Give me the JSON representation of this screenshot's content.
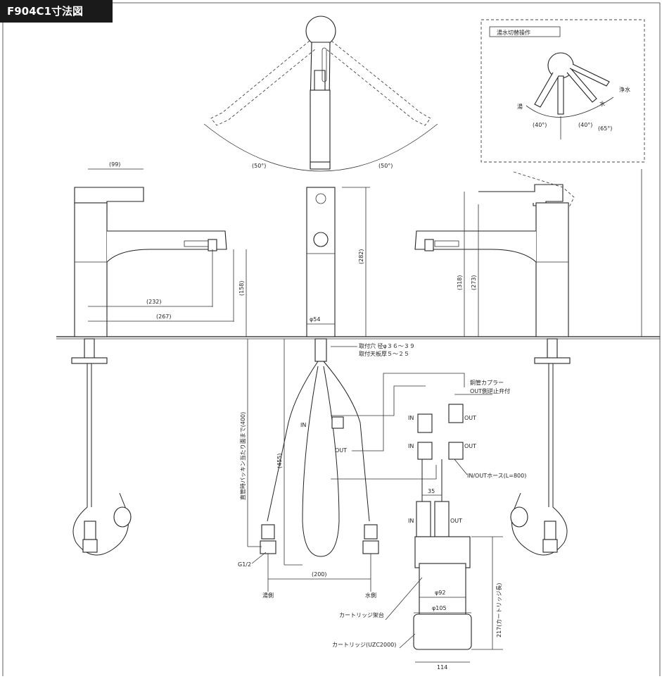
{
  "title": "F904C1寸法図",
  "inset": {
    "title": "湯水切替操作",
    "labels": {
      "hot": "湯",
      "cold": "水",
      "purified": "浄水"
    },
    "angles": [
      "(40°)",
      "(40°)",
      "(65°)"
    ]
  },
  "dims": {
    "swing_left": "(50°)",
    "swing_right": "(50°)",
    "d99": "(99)",
    "d232": "(232)",
    "d267": "(267)",
    "d158": "(158)",
    "d282": "(282)",
    "d318": "(318)",
    "d273": "(273)",
    "phi54": "φ54",
    "mount_hole": "取付穴 径φ３６～３９",
    "counter_thickness": "取付天板厚５～２５",
    "d400": "直管時パッキン当たり面まで(400)",
    "d455": "(455)",
    "d200": "(200)",
    "g12": "G1/2",
    "hot_side": "湯側",
    "cold_side": "水側",
    "coupler": "銅管カプラー",
    "coupler_sub": "OUT側逆止弁付",
    "in": "IN",
    "out": "OUT",
    "hose": "IN/OUTホース(L=800)",
    "d35": "35",
    "cart_len": "217(カートリッジ長)",
    "phi92": "φ92",
    "phi105": "φ105",
    "cart_stand": "カートリッジ架台",
    "cartridge": "カートリッジ(UZC2000)",
    "d114": "114"
  }
}
